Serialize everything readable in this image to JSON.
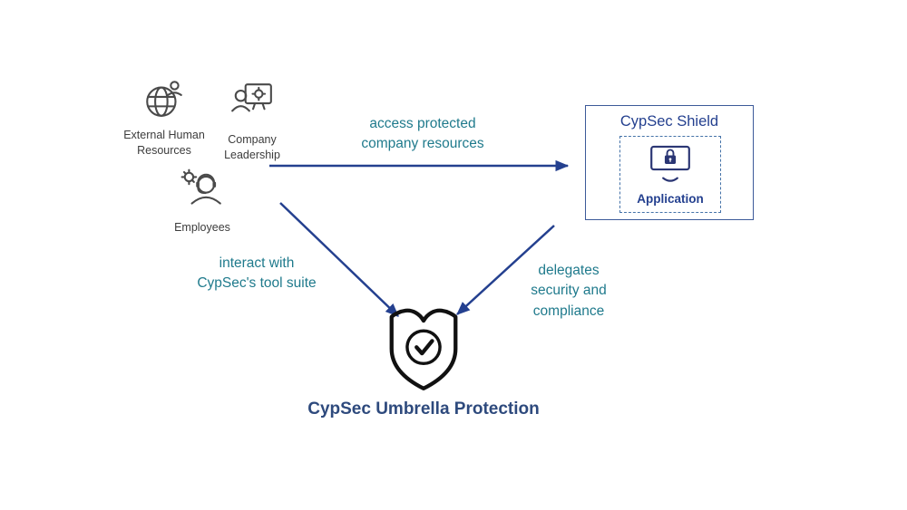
{
  "actors": [
    {
      "label": "External Human\nResources",
      "icon": "globe-person-icon"
    },
    {
      "label": "Company\nLeadership",
      "icon": "person-monitor-icon"
    },
    {
      "label": "Employees",
      "icon": "person-headset-gear-icon"
    }
  ],
  "edges": [
    {
      "label": "access protected\ncompany resources",
      "from": "actors",
      "to": "cypsec-shield"
    },
    {
      "label": "interact with\nCypSec's tool suite",
      "from": "actors",
      "to": "umbrella-protection"
    },
    {
      "label": "delegates\nsecurity and\ncompliance",
      "from": "cypsec-shield",
      "to": "umbrella-protection"
    }
  ],
  "shield_box": {
    "title": "CypSec Shield",
    "application_label": "Application"
  },
  "umbrella": {
    "title": "CypSec Umbrella Protection"
  },
  "colors": {
    "arrow": "#24408f",
    "edge_label_text": "#1f7a8c",
    "navy_text": "#24408f",
    "title_text": "#2e4a7d",
    "icon_gray": "#4a4a4a",
    "shield_outline": "#111111"
  }
}
